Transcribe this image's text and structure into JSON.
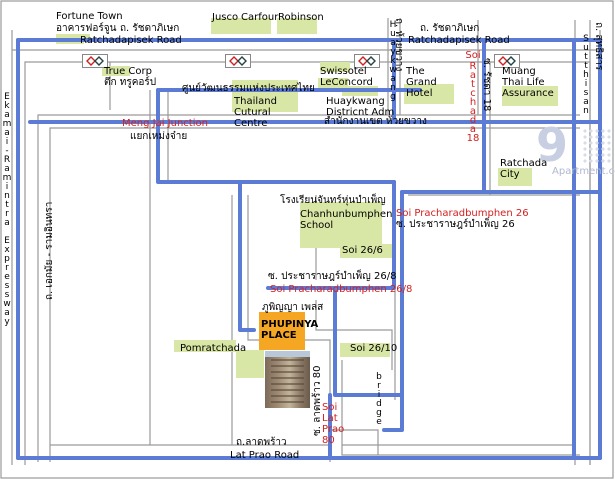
{
  "colors": {
    "road": "#5b7bd5",
    "block": "#d9e7a6",
    "building": "#f5a623",
    "label_red": "#d42020",
    "label_black": "#000000",
    "road_outline": "#9a9a9a",
    "background": "#ffffff"
  },
  "roads": {
    "ratchadapisek_left": "Ratchadapisek Road",
    "ratchadapisek_right": "Ratchadapisek Road",
    "lat_prao": "Lat Prao Road",
    "meng_jai": "Meng Jai Junction",
    "soi_pracharad_26": "Soi Pracharadbumphen 26",
    "soi_pracharad_26_8": "Soi Pracharadbumphen 26/8",
    "soi_26_6": "Soi 26/6",
    "soi_26_10": "Soi 26/10",
    "ratchada_18_words": [
      "Soi",
      "Ratchada",
      "18"
    ],
    "lat_prao_80_words": [
      "Soi",
      "Lat Prao",
      "80"
    ],
    "ekamai_chars": "Ekamai-Ramintra Expressway",
    "huaykwang_chars": "Huaykwang",
    "sutthisan_chars": "Sutthisan",
    "bridge_chars": "bridge"
  },
  "thai": {
    "ratchada_left": "ถ. รัชดาภิเษก",
    "ratchada_right": "ถ. รัชดาภิเษก",
    "fortune": "อาคารฟอร์จูน",
    "true": "ตึก ทรูคอร์ป",
    "cultural": "ศูนย์วัฒนธรรมแห่งประเทศไทย",
    "huaykwang_district": "สำนักงานเขต ห้วยขวาง",
    "meng_jai": "แยกเหม่งจ๋าย",
    "school": "โรงเรียนจันทร์หุ่นบำเพ็ญ",
    "soi_26": "ซ. ประชาราษฎร์บำเพ็ญ 26",
    "soi_26_8": "ซ. ประชาราษฎร์บำเพ็ญ 26/8",
    "phupinya": "ภูพิญญา เพลส",
    "lat_prao": "ถ.ลาดพร้าว",
    "lat_prao_80": "ซ. ลาดพร้าว 80",
    "ekamai_thai": "ถ. เอกมัย - รามอินทรา",
    "huaykwang_thai": "ถ. ห้วยขวาง",
    "sutthisan_thai": "ถ. สุทธิสาร",
    "ratchada_18": "ซ. รัชดา 18"
  },
  "places": {
    "fortune_town": "Fortune Town",
    "jusco": "Jusco",
    "carfour": "Carfour",
    "robinson": "Robinson",
    "true_corp": "True Corp",
    "swissotel": "Swissotel LeConcord",
    "grand_hotel": "The Grand Hotel",
    "muang_thai": "Muang Thai Life Assurance",
    "thailand_cultural": "Thailand Cutural Centre",
    "huaykwang_district": "Huaykwang Districnt Adm",
    "ratchada_city": "Ratchada City",
    "chanhunbumphen": "Chanhunbumphen School",
    "pomratchada": "Pomratchada",
    "phupinya": "PHUPINYA PLACE"
  },
  "watermark": {
    "logo_text": "9",
    "site": "Apartment.com"
  },
  "icons": [
    "mrt-station-icon",
    "mrt-station-icon",
    "mrt-station-icon",
    "mrt-station-icon",
    "building-photo"
  ]
}
